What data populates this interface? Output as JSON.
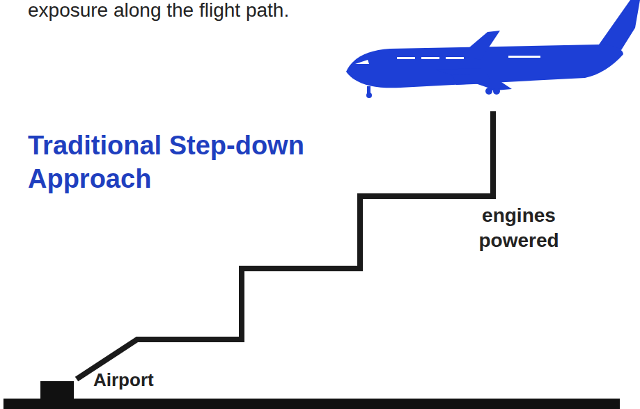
{
  "diagram": {
    "title": "Traditional Step-down Approach",
    "labels": [
      "exposure along the flight path.",
      "engines powered",
      "Airport"
    ]
  }
}
